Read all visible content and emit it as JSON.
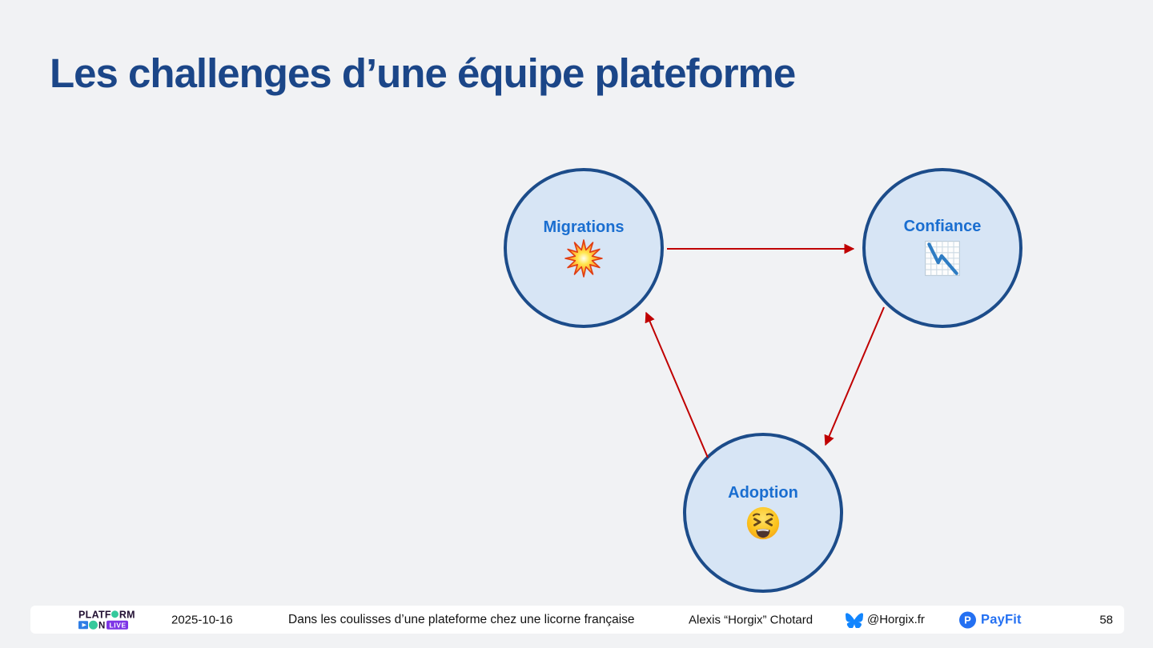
{
  "slide": {
    "title": "Les challenges d’une équipe plateforme",
    "background_color": "#f1f2f4",
    "title_color": "#1b4688"
  },
  "diagram": {
    "type": "cycle",
    "nodes": [
      {
        "id": "migrations",
        "label": "Migrations",
        "icon": "collision-emoji"
      },
      {
        "id": "confiance",
        "label": "Confiance",
        "icon": "chart-decreasing-emoji"
      },
      {
        "id": "adoption",
        "label": "Adoption",
        "icon": "tired-face-emoji"
      }
    ],
    "edges": [
      {
        "from": "migrations",
        "to": "confiance"
      },
      {
        "from": "confiance",
        "to": "adoption"
      },
      {
        "from": "adoption",
        "to": "migrations"
      }
    ],
    "node_fill_color": "#d7e5f5",
    "node_border_color": "#1c4c8a",
    "label_color": "#1a6ed0",
    "arrow_color": "#c00000"
  },
  "footer": {
    "logo": {
      "line1_part1": "PLATF",
      "line1_part2": "RM",
      "con_letter": "N",
      "live_label": "LIVE",
      "accent_green": "#35c99c",
      "accent_blue": "#2e7de5",
      "accent_purple": "#7d35e6"
    },
    "date": "2025-10-16",
    "deck_title": "Dans les coulisses d’une plateforme chez une licorne française",
    "author": "Alexis “Horgix” Chotard",
    "social_handle": "@Horgix.fr",
    "social_color": "#1185fe",
    "brand_name": "PayFit",
    "brand_initial": "P",
    "brand_color": "#2470f2",
    "page_number": "58"
  }
}
